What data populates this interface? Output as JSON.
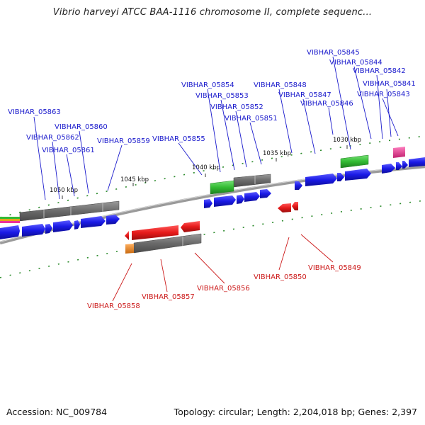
{
  "title": "Vibrio harveyi ATCC BAA-1116 chromosome II, complete sequenc...",
  "footer": {
    "accession": "Accession: NC_009784",
    "summary": "Topology: circular; Length: 2,204,018 bp; Genes: 2,397"
  },
  "colors": {
    "forward_label": "#1a1acc",
    "reverse_label": "#cc1a1a",
    "cds_forward": "#1a1ae6",
    "cds_reverse": "#e61a1a",
    "gene_gray": "#6e6e6e",
    "rna_green": "#33bb33",
    "misc_pink": "#ee3399",
    "misc_orange": "#f08a1e",
    "backbone": "#8a8a8a",
    "tick_dash": "#2a8a2a"
  },
  "ticks": [
    {
      "label": "1050 kbp"
    },
    {
      "label": "1045 kbp"
    },
    {
      "label": "1040 kbp"
    },
    {
      "label": "1035 kbp"
    },
    {
      "label": "1030 kbp"
    }
  ],
  "forward_labels": [
    "VIBHAR_05863",
    "VIBHAR_05862",
    "VIBHAR_05861",
    "VIBHAR_05860",
    "VIBHAR_05859",
    "VIBHAR_05855",
    "VIBHAR_05854",
    "VIBHAR_05853",
    "VIBHAR_05852",
    "VIBHAR_05851",
    "VIBHAR_05848",
    "VIBHAR_05847",
    "VIBHAR_05846",
    "VIBHAR_05845",
    "VIBHAR_05844",
    "VIBHAR_05842",
    "VIBHAR_05841",
    "VIBHAR_05843"
  ],
  "reverse_labels": [
    "VIBHAR_05858",
    "VIBHAR_05857",
    "VIBHAR_05856",
    "VIBHAR_05850",
    "VIBHAR_05849"
  ]
}
